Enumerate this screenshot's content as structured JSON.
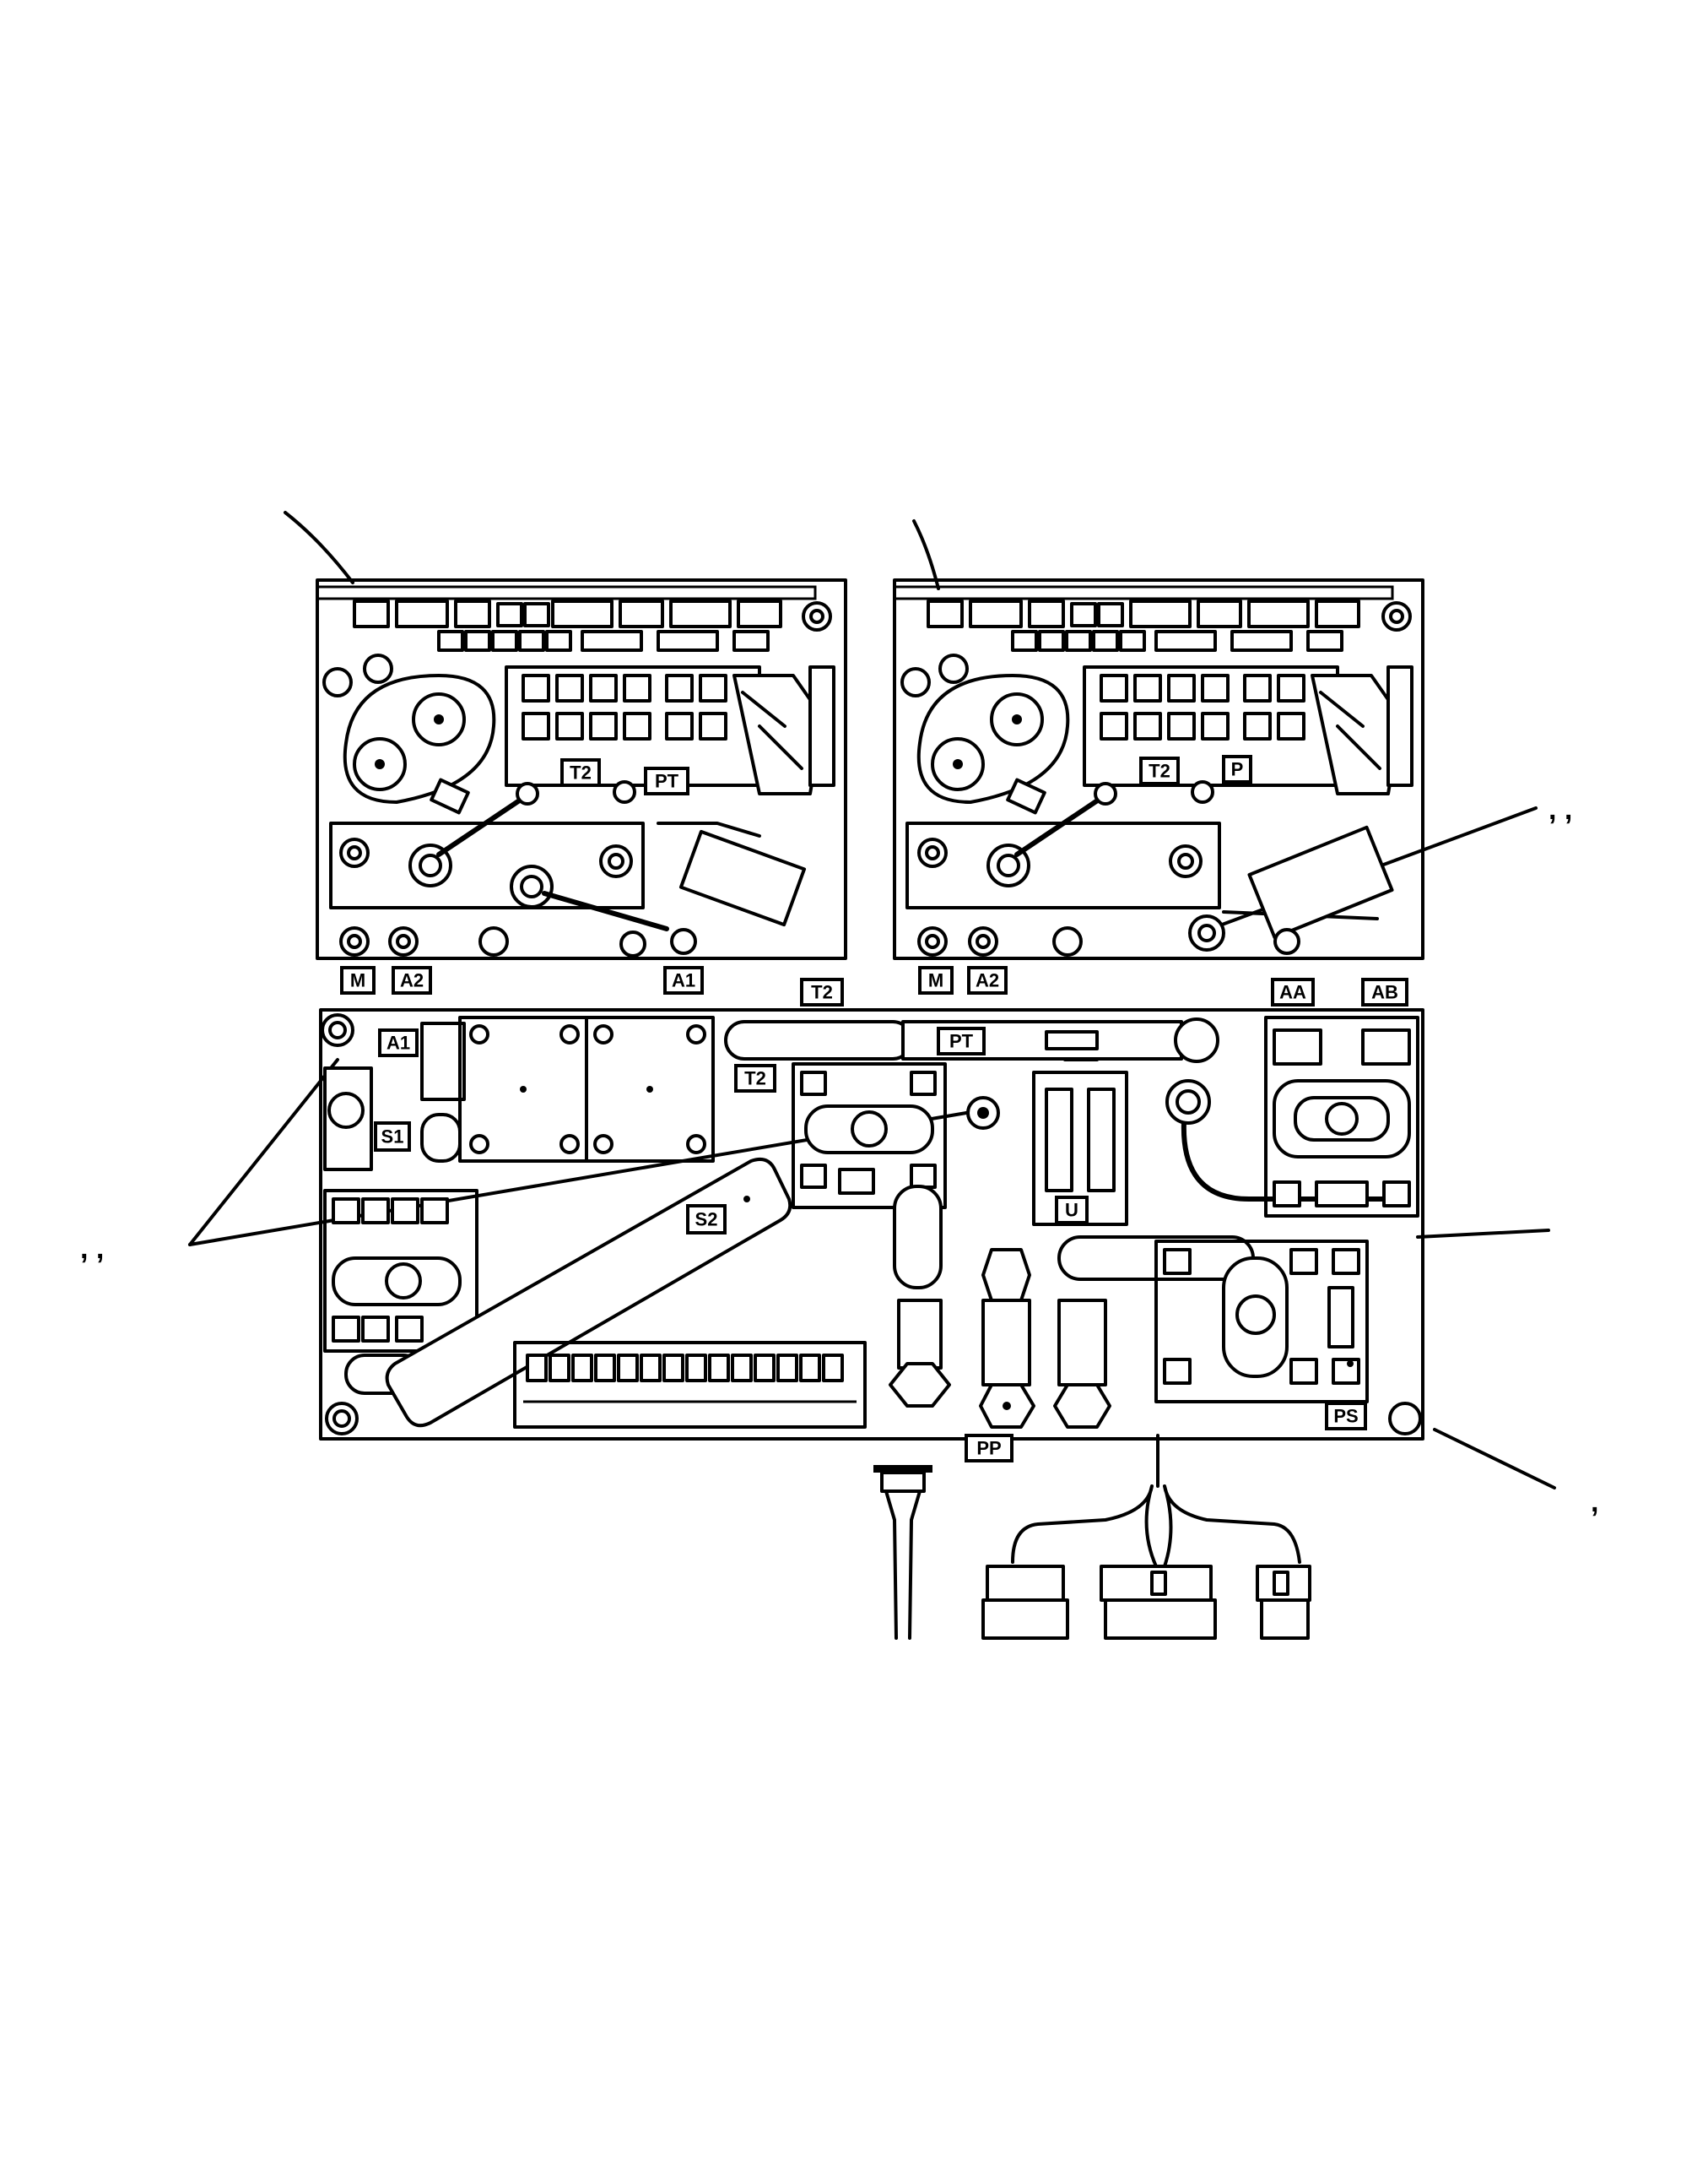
{
  "figure": {
    "labels": {
      "m_left": "M",
      "a2_left": "A2",
      "a1_left": "A1",
      "t2_left": "T2",
      "pt_left": "PT",
      "t2_bottom_top": "T2",
      "m_right": "M",
      "a2_right": "A2",
      "t2_right": "T2",
      "p_right": "P",
      "aa": "AA",
      "ab": "AB",
      "a1_lower": "A1",
      "s1": "S1",
      "t2_lower": "T2",
      "pt_lower": "PT",
      "s2": "S2",
      "u": "U",
      "ps": "PS",
      "pp": "PP"
    },
    "callout_marks": {
      "right_upper": ", ,",
      "left_middle": ", ,",
      "right_lower": ","
    }
  }
}
